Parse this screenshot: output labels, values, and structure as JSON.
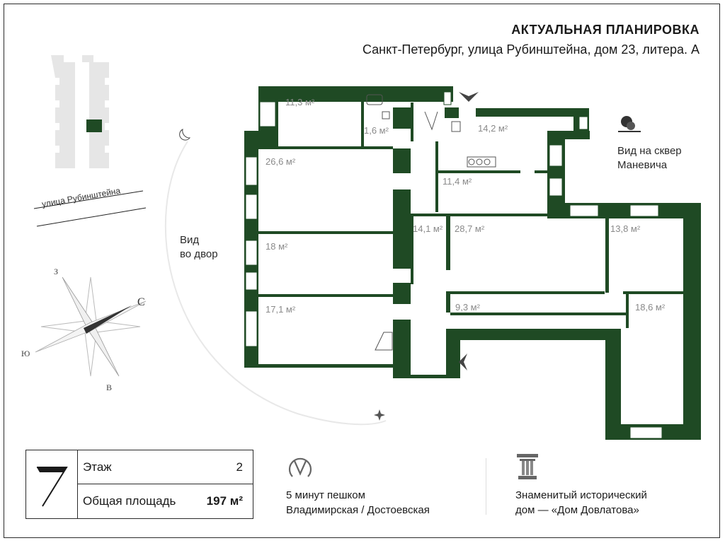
{
  "header": {
    "title": "АКТУАЛЬНАЯ ПЛАНИРОВКА",
    "address": "Санкт-Петербург, улица Рубинштейна, дом 23, литера. А"
  },
  "rooms": [
    {
      "area": "11,3 м²"
    },
    {
      "area": "1,6 м²"
    },
    {
      "area": "14,2 м²"
    },
    {
      "area": "26,6 м²"
    },
    {
      "area": "11,4 м²"
    },
    {
      "area": "14,1 м²"
    },
    {
      "area": "28,7 м²"
    },
    {
      "area": "13,8 м²"
    },
    {
      "area": "18 м²"
    },
    {
      "area": "17,1 м²"
    },
    {
      "area": "9,3 м²"
    },
    {
      "area": "18,6 м²"
    }
  ],
  "views": {
    "square": [
      "Вид на сквер",
      "Маневича"
    ],
    "yard": [
      "Вид",
      "во двор"
    ]
  },
  "site": {
    "street": "улица Рубинштейна"
  },
  "compass": {
    "north": "С",
    "south": "Ю",
    "east": "В",
    "west": "З"
  },
  "info": {
    "logo": "7",
    "floor_label": "Этаж",
    "floor_value": "2",
    "area_label": "Общая площадь",
    "area_value": "197 м²"
  },
  "metro": {
    "line1": "5 минут пешком",
    "line2": "Владимирская / Достоевская"
  },
  "history": {
    "line1": "Знаменитый исторический",
    "line2": "дом — «Дом Довлатова»"
  },
  "colors": {
    "wall": "#1f4a24",
    "text_gray": "#8a8a8a",
    "site_block": "#e4e4e4"
  }
}
